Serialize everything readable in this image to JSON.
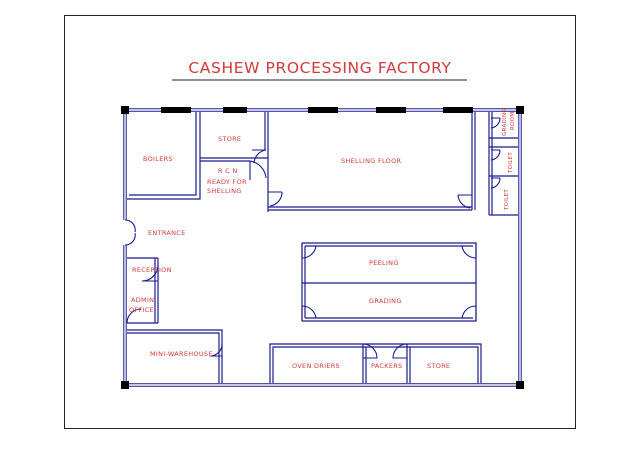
{
  "title": "CASHEW PROCESSING FACTORY",
  "rooms": {
    "boilers": "BOILERS",
    "store_top": "STORE",
    "rcn": "R C N",
    "ready_for": "READY FOR",
    "shelling": "SHELLING",
    "shelling_floor": "SHELLING  FLOOR",
    "grading_room_1": "GRADING",
    "grading_room_2": "ROOM",
    "toilet_1": "TOILET",
    "toilet_2": "TOILET",
    "entrance": "ENTRANCE",
    "reception": "RECEPTION",
    "admin": "ADMIN",
    "office": "OFFICE",
    "peeling": "PEELING",
    "grading": "GRADING",
    "mini_warehouse": "MINI-WAREHOUSE",
    "oven_driers": "OVEN  DRIERS",
    "packers": "PACKERS",
    "store_bottom": "STORE"
  },
  "colors": {
    "wall": "#1a1a8c",
    "label": "#d23a3a",
    "frame": "#222222"
  }
}
